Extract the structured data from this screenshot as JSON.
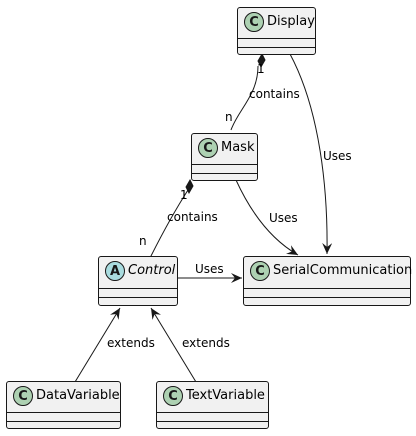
{
  "classes": {
    "display": {
      "name": "Display",
      "kind": "class"
    },
    "mask": {
      "name": "Mask",
      "kind": "class"
    },
    "control": {
      "name": "Control",
      "kind": "abstract"
    },
    "serial": {
      "name": "SerialCommunication",
      "kind": "class"
    },
    "datavar": {
      "name": "DataVariable",
      "kind": "class"
    },
    "textvar": {
      "name": "TextVariable",
      "kind": "class"
    }
  },
  "badges": {
    "class_letter": "C",
    "abstract_letter": "A"
  },
  "relations": {
    "display_mask": {
      "label": "contains",
      "mult_from": "1",
      "mult_to": "n",
      "type": "composition"
    },
    "display_serial": {
      "label": "Uses",
      "type": "dependency"
    },
    "mask_control": {
      "label": "contains",
      "mult_from": "1",
      "mult_to": "n",
      "type": "composition"
    },
    "mask_serial": {
      "label": "Uses",
      "type": "dependency"
    },
    "control_serial": {
      "label": "Uses",
      "type": "dependency"
    },
    "datavar_control": {
      "label": "extends",
      "type": "generalization"
    },
    "textvar_control": {
      "label": "extends",
      "type": "generalization"
    }
  },
  "colors": {
    "class_badge": "#add1b2",
    "abstract_badge": "#a9dcdf",
    "box_fill": "#f1f1f1",
    "line": "#181818"
  }
}
